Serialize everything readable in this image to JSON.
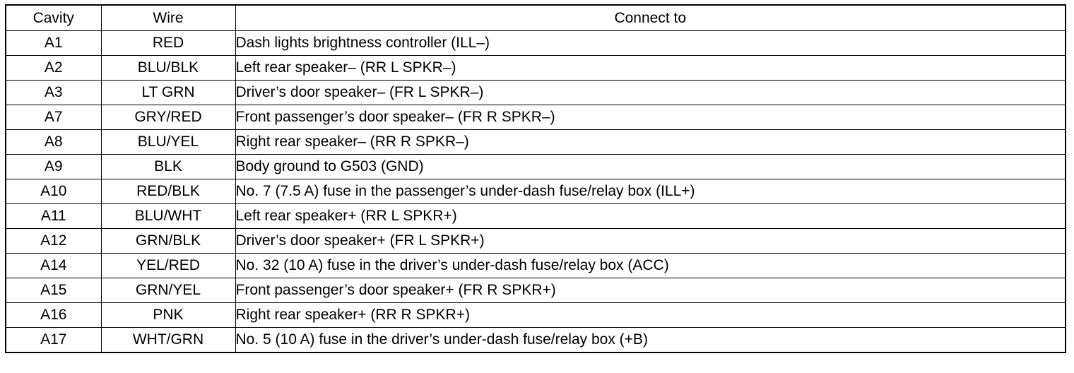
{
  "headers": {
    "cavity": "Cavity",
    "wire": "Wire",
    "connect": "Connect to"
  },
  "rows": [
    {
      "cavity": "A1",
      "wire": "RED",
      "connect": "Dash lights brightness controller (ILL–)"
    },
    {
      "cavity": "A2",
      "wire": "BLU/BLK",
      "connect": "Left rear speaker– (RR L SPKR–)"
    },
    {
      "cavity": "A3",
      "wire": "LT GRN",
      "connect": "Driver’s door speaker– (FR L SPKR–)"
    },
    {
      "cavity": "A7",
      "wire": "GRY/RED",
      "connect": "Front passenger’s door speaker– (FR R SPKR–)"
    },
    {
      "cavity": "A8",
      "wire": "BLU/YEL",
      "connect": "Right rear speaker– (RR R SPKR–)"
    },
    {
      "cavity": "A9",
      "wire": "BLK",
      "connect": "Body ground to G503 (GND)"
    },
    {
      "cavity": "A10",
      "wire": "RED/BLK",
      "connect": "No. 7 (7.5 A) fuse in the passenger’s under-dash fuse/relay box (ILL+)"
    },
    {
      "cavity": "A11",
      "wire": "BLU/WHT",
      "connect": "Left rear speaker+ (RR L SPKR+)"
    },
    {
      "cavity": "A12",
      "wire": "GRN/BLK",
      "connect": "Driver’s door speaker+ (FR L SPKR+)"
    },
    {
      "cavity": "A14",
      "wire": "YEL/RED",
      "connect": "No. 32 (10 A) fuse in the driver’s under-dash fuse/relay box (ACC)"
    },
    {
      "cavity": "A15",
      "wire": "GRN/YEL",
      "connect": "Front passenger’s door speaker+ (FR R SPKR+)"
    },
    {
      "cavity": "A16",
      "wire": "PNK",
      "connect": "Right rear speaker+ (RR R SPKR+)"
    },
    {
      "cavity": "A17",
      "wire": "WHT/GRN",
      "connect": "No. 5 (10 A) fuse in the driver’s under-dash fuse/relay box (+B)"
    }
  ]
}
